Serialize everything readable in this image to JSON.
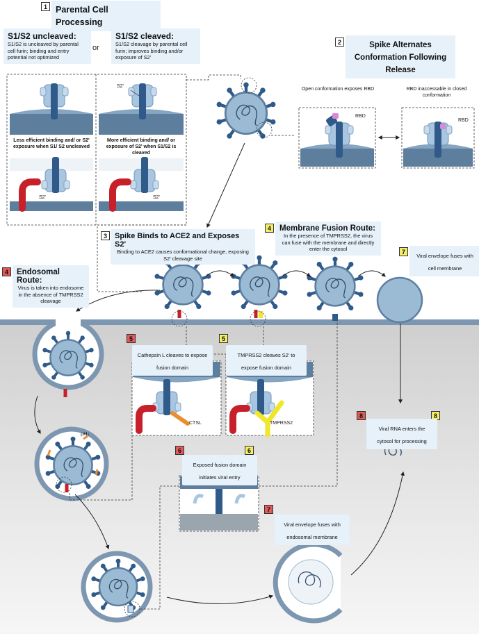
{
  "steps": {
    "s1": "1",
    "s2": "2",
    "s3": "3",
    "s4y": "4",
    "s7y": "7",
    "s4r": "4",
    "s5r": "5",
    "s5y": "5",
    "s6r": "6",
    "s6y": "6",
    "s7r": "7",
    "s8r": "8",
    "s8y": "8"
  },
  "parental": {
    "title": "Parental Cell Processing",
    "uncleaved_title": "S1/S2 uncleaved:",
    "uncleaved_body": "S1/S2 is uncleaved by parental cell furin; binding and entry potential not optimized",
    "or": "or",
    "cleaved_title": "S1/S2 cleaved:",
    "cleaved_body": "S1/S2 cleavage by parental cell furin; improves binding and/or exposure of S2'",
    "uncleaved_caption": "Less efficient binding and/ or S2' exposure when S1/ S2 uncleaved",
    "cleaved_caption": "More efficient binding and/ or exposure of S2' when S1/S2 is cleaved",
    "s2p_a": "S2'",
    "s2p_b": "S2'",
    "s2p_c": "S2'"
  },
  "alternates": {
    "title": "Spike Alternates Conformation Following Release",
    "open_caption": "Open conformation exposes RBD",
    "closed_caption": "RBD inaccessable in closed conformation",
    "rbd_a": "RBD",
    "rbd_b": "RBD"
  },
  "binds": {
    "title": "Spike Binds to ACE2 and Exposes S2'",
    "body": "Binding to ACE2 causes conformational change, exposing S2' cleavage site"
  },
  "membrane": {
    "title": "Membrane Fusion Route:",
    "body": "In the presence of TMPRSS2, the virus can fuse with the membrane and directly enter the cytosol",
    "fuse": "Viral envelope fuses with cell membrane"
  },
  "endosomal": {
    "title": "Endosomal Route:",
    "body": "Virus is taken into endosome in the absence of TMPRSS2 cleavage",
    "ph": "pH",
    "cathepsin": "Cathepsin L cleaves to expose fusion domain",
    "ctsl": "CTSL",
    "tmprss2_caption": "TMPRSS2 cleaves S2' to expose fusion domain",
    "tmprss2": "TMPRSS2",
    "exposed": "Exposed fusion domain initiates viral entry",
    "endo_fuse": "Viral envelope fuses with endosomal membrane",
    "rna": "Viral RNA enters the cytosol for processing"
  },
  "colors": {
    "cell": "#d6d6d6",
    "membrane": "#6f8aa6",
    "virus": "#8fb0cc",
    "virus_edge": "#5d7ea0",
    "spike": "#2f5a8a",
    "ace2": "#c8202a",
    "ctsl": "#e8902e",
    "tmprss2": "#f1e62a",
    "step_red": "#e05a5a",
    "step_yellow": "#f4ee6a"
  }
}
